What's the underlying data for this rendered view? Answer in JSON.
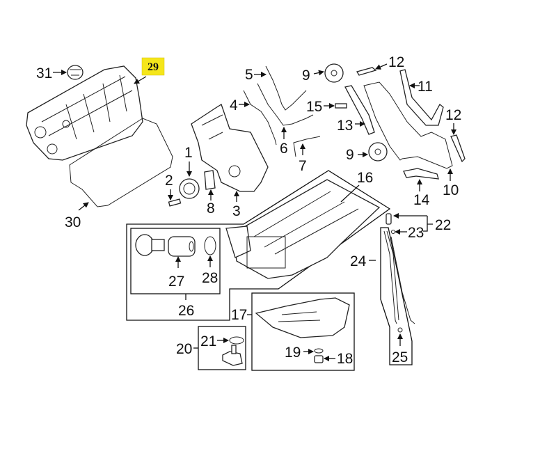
{
  "diagram": {
    "title": "Engine timing cover, oil pan and related parts",
    "highlight_color": "#f5e61a",
    "highlighted_callout": "29",
    "callouts": [
      {
        "id": "1",
        "part": "crankshaft-pulley"
      },
      {
        "id": "2",
        "part": "pulley-bolt"
      },
      {
        "id": "3",
        "part": "timing-cover"
      },
      {
        "id": "4",
        "part": "timing-cover-gasket"
      },
      {
        "id": "5",
        "part": "upper-cover-gasket"
      },
      {
        "id": "6",
        "part": "cover-gasket"
      },
      {
        "id": "7",
        "part": "gasket-seal"
      },
      {
        "id": "8",
        "part": "crank-seal"
      },
      {
        "id": "9a",
        "label": "9",
        "part": "camshaft-sprocket-upper"
      },
      {
        "id": "9b",
        "label": "9",
        "part": "camshaft-sprocket-lower"
      },
      {
        "id": "10",
        "part": "timing-chain"
      },
      {
        "id": "11",
        "part": "chain-guide"
      },
      {
        "id": "12a",
        "label": "12",
        "part": "guide-rail-upper"
      },
      {
        "id": "12b",
        "label": "12",
        "part": "guide-rail-right"
      },
      {
        "id": "13",
        "part": "tensioner-rail"
      },
      {
        "id": "14",
        "part": "lower-guide"
      },
      {
        "id": "15",
        "part": "sprocket-bolt"
      },
      {
        "id": "16",
        "part": "upper-oil-pan"
      },
      {
        "id": "17",
        "part": "lower-oil-pan"
      },
      {
        "id": "18",
        "part": "drain-plug"
      },
      {
        "id": "19",
        "part": "drain-plug-washer"
      },
      {
        "id": "20",
        "part": "oil-level-sensor-kit"
      },
      {
        "id": "21",
        "part": "sensor-o-ring"
      },
      {
        "id": "22",
        "part": "dipstick-assembly"
      },
      {
        "id": "23",
        "part": "dipstick-seal"
      },
      {
        "id": "24",
        "part": "dipstick-tube"
      },
      {
        "id": "25",
        "part": "tube-o-ring"
      },
      {
        "id": "26",
        "part": "oil-filter-housing-kit"
      },
      {
        "id": "27",
        "part": "oil-filter-element"
      },
      {
        "id": "28",
        "part": "filter-o-ring"
      },
      {
        "id": "29",
        "part": "valve-cover"
      },
      {
        "id": "30",
        "part": "valve-cover-gasket"
      },
      {
        "id": "31",
        "part": "oil-filler-cap"
      }
    ],
    "labels": {
      "c1": "1",
      "c2": "2",
      "c3": "3",
      "c4": "4",
      "c5": "5",
      "c6": "6",
      "c7": "7",
      "c8": "8",
      "c9a": "9",
      "c9b": "9",
      "c10": "10",
      "c11": "11",
      "c12a": "12",
      "c12b": "12",
      "c13": "13",
      "c14": "14",
      "c15": "15",
      "c16": "16",
      "c17": "17",
      "c18": "18",
      "c19": "19",
      "c20": "20",
      "c21": "21",
      "c22": "22",
      "c23": "23",
      "c24": "24",
      "c25": "25",
      "c26": "26",
      "c27": "27",
      "c28": "28",
      "c29": "29",
      "c30": "30",
      "c31": "31"
    }
  }
}
